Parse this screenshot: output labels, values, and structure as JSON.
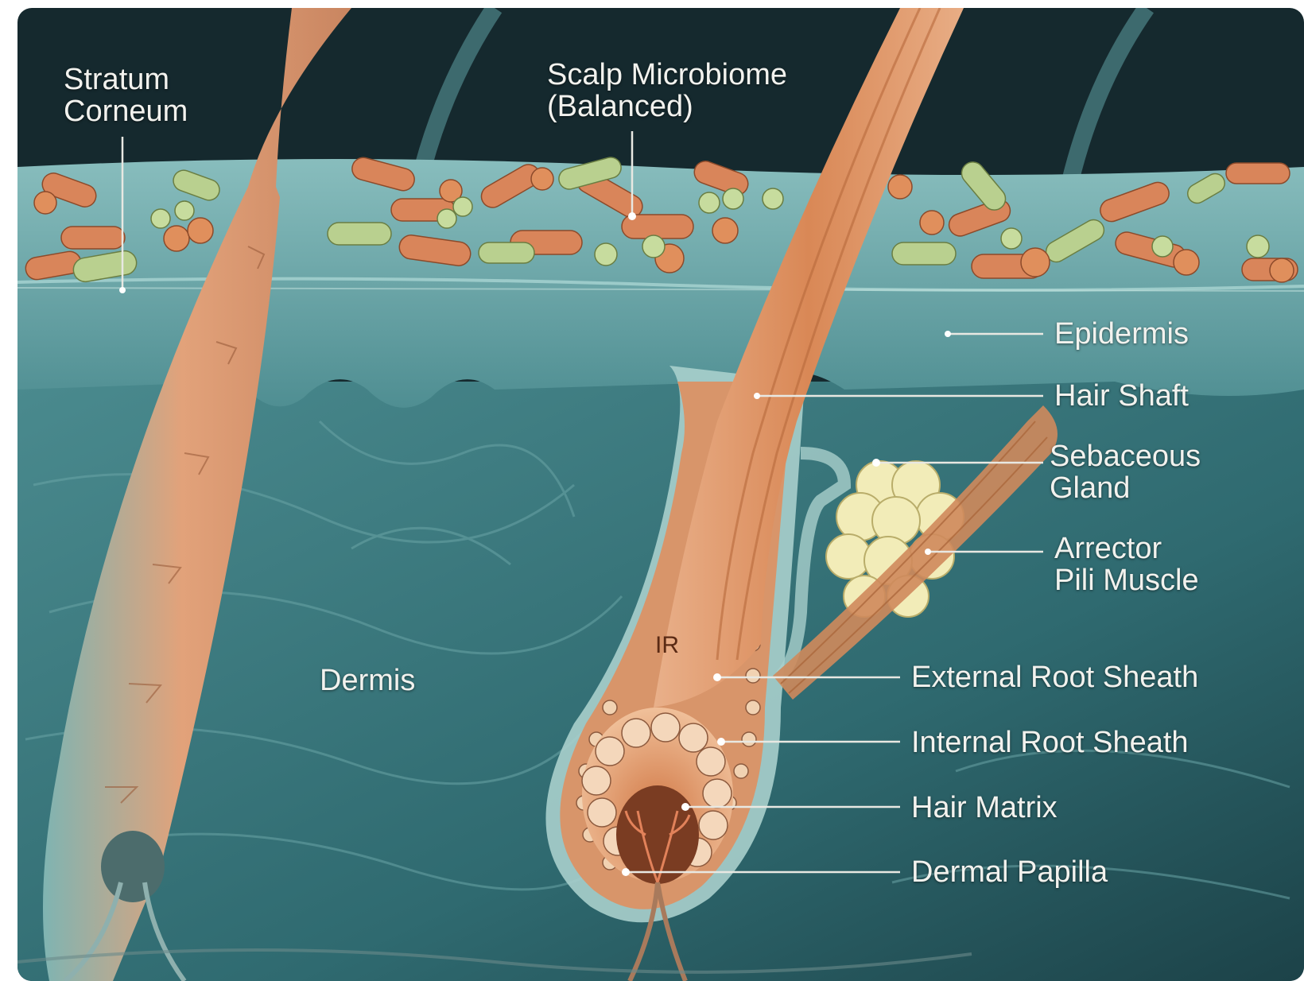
{
  "colors": {
    "background": "#15292e",
    "epidermis": "#5f9a9e",
    "dermis": "#3f7c80",
    "hair": "#e09a6a",
    "bacteria_orange": "#d9855a",
    "bacteria_green": "#b9d08f",
    "sebaceous": "#f2ecb8",
    "label_text": "#f2f2ee",
    "leader_line": "#e8e8e2"
  },
  "labels": {
    "stratum_corneum": {
      "line1": "Stratum",
      "line2": "Corneum"
    },
    "scalp_microbiome": {
      "line1": "Scalp Microbiome",
      "line2": "(Balanced)"
    },
    "epidermis": "Epidermis",
    "hair_shaft": "Hair Shaft",
    "sebaceous_gland": {
      "line1": "Sebaceous",
      "line2": "Gland"
    },
    "arrector_pili": {
      "line1": "Arrector",
      "line2": "Pili Muscle"
    },
    "dermis": "Dermis",
    "ir": "IR",
    "external_root_sheath": "External Root Sheath",
    "internal_root_sheath": "Internal Root Sheath",
    "hair_matrix": "Hair Matrix",
    "dermal_papilla": "Dermal Papilla"
  },
  "icons": [
    "bacteria-rod-icon",
    "bacteria-coccus-icon"
  ]
}
